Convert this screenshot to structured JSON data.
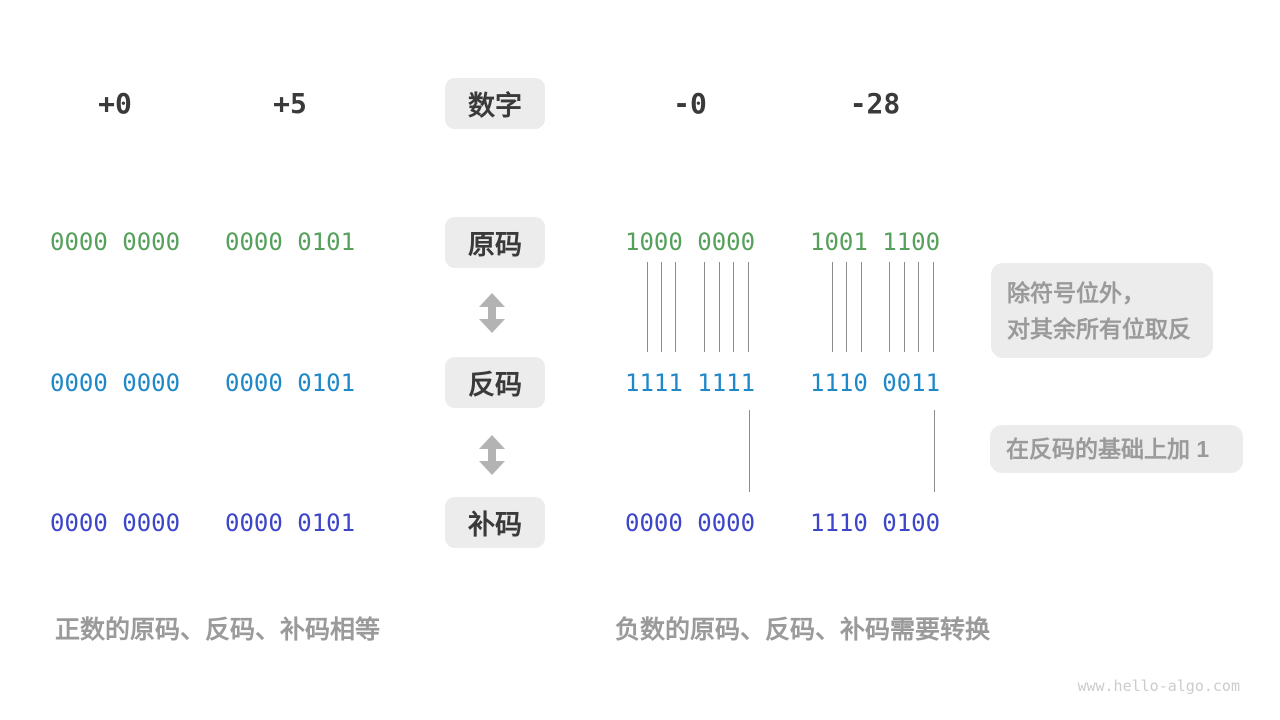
{
  "header": {
    "columns": [
      "+0",
      "+5",
      "-0",
      "-28"
    ],
    "center_label": "数字"
  },
  "rows": [
    {
      "label": "原码",
      "color": "#57a05c",
      "values": [
        "0000 0000",
        "0000 0101",
        "1000 0000",
        "1001 1100"
      ]
    },
    {
      "label": "反码",
      "color": "#1f88c9",
      "values": [
        "0000 0000",
        "0000 0101",
        "1111 1111",
        "1110 0011"
      ]
    },
    {
      "label": "补码",
      "color": "#3c46c8",
      "values": [
        "0000 0000",
        "0000 0101",
        "0000 0000",
        "1110 0100"
      ]
    }
  ],
  "annotations": {
    "invert_line1": "除符号位外，",
    "invert_line2": "对其余所有位取反",
    "add_one": "在反码的基础上加 1"
  },
  "captions": {
    "positive": "正数的原码、反码、补码相等",
    "negative": "负数的原码、反码、补码需要转换"
  },
  "watermark": "www.hello-algo.com",
  "colors": {
    "sign_magnitude_green": "#57a05c",
    "ones_complement_blue": "#1f88c9",
    "twos_complement_indigo": "#3c46c8",
    "box_background": "#ececec",
    "annotation_text": "#9a9a9a",
    "header_text": "#3a3a3a",
    "arrow_gray": "#b3b3b3",
    "line_gray": "#8c8c8c"
  }
}
